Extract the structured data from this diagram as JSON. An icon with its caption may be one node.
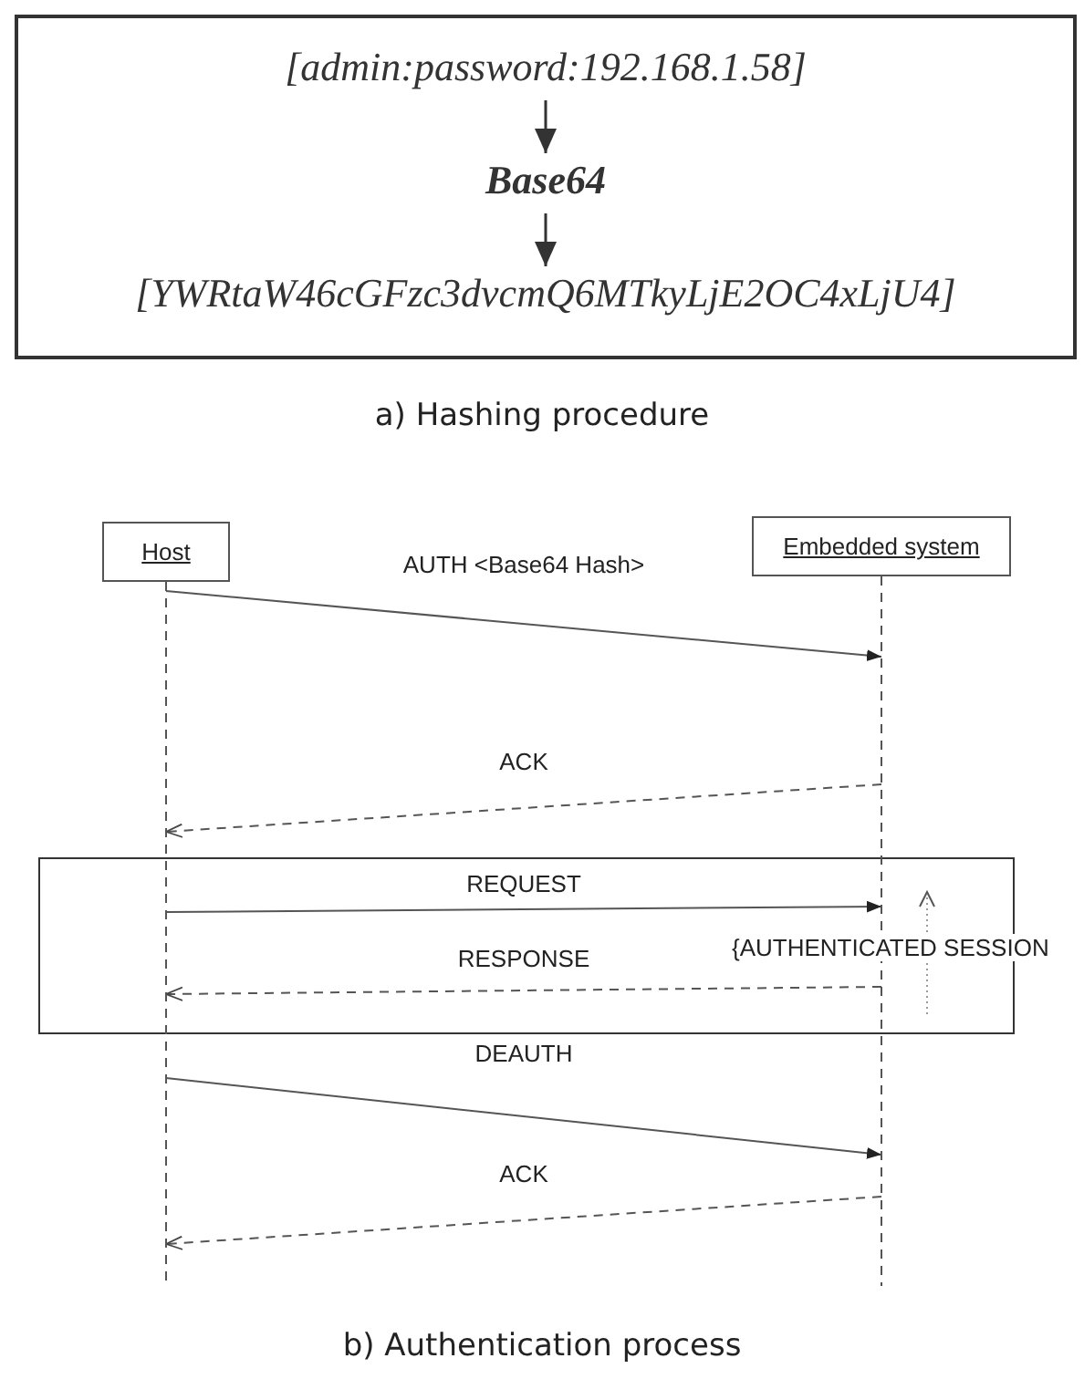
{
  "diagram": {
    "nodes": [
      {
        "text": [],
        "shape": "box"
      },
      {
        "text": [
          "[admin:password:192.168.1.58]"
        ],
        "in": 0
      },
      {
        "text": [
          "Base64"
        ],
        "in": 0
      },
      {
        "text": [
          "[YWRtaW46cGFzc3dvcmQ6MTkyLjE2OC4xLjU4]"
        ],
        "in": 0
      },
      {
        "text": [
          "Host"
        ]
      },
      {
        "text": [
          "Embedded system"
        ]
      }
    ],
    "edges": [
      {
        "from": 1,
        "to": 2,
        "arrow": "to"
      },
      {
        "from": 2,
        "to": 3,
        "arrow": "to"
      },
      {
        "from": 4,
        "to": 5,
        "label": "AUTH <Base64 Hash>",
        "arrow": "to"
      },
      {
        "from": 5,
        "to": 4,
        "label": "ACK",
        "arrow": "to",
        "style": "dashed"
      },
      {
        "from": 4,
        "to": 5,
        "label": "REQUEST",
        "arrow": "to"
      },
      {
        "from": 5,
        "to": 4,
        "label": "RESPONSE",
        "arrow": "to",
        "style": "dashed"
      },
      {
        "from": 4,
        "to": 5,
        "label": "DEAUTH",
        "arrow": "to"
      },
      {
        "from": 5,
        "to": 4,
        "label": "ACK",
        "arrow": "to",
        "style": "dashed"
      }
    ],
    "labels": [
      "a) Hashing procedure",
      "{AUTHENTICATED SESSION",
      "b) Authentication process"
    ]
  }
}
